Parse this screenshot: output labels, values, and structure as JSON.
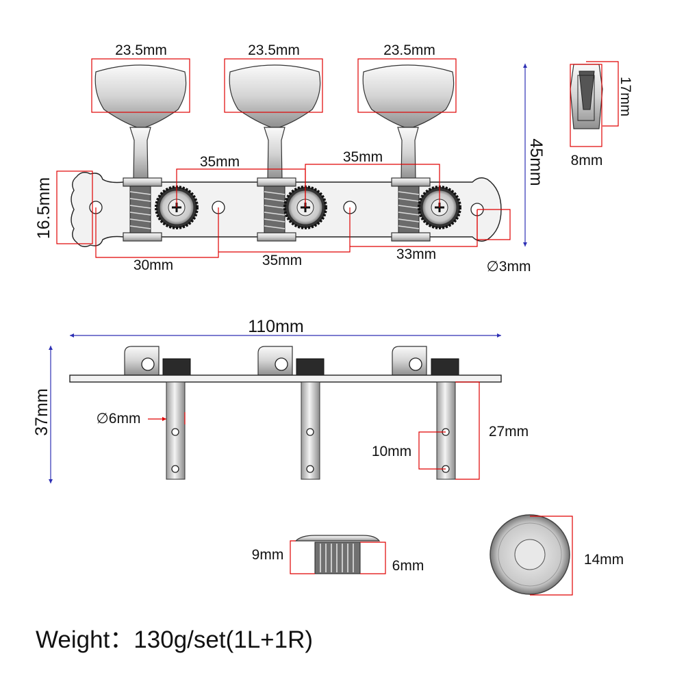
{
  "diagram": {
    "top_view": {
      "button_width_labels": [
        "23.5mm",
        "23.5mm",
        "23.5mm"
      ],
      "gear_spacing_labels": [
        "35mm",
        "35mm"
      ],
      "plate_height_label": "16.5mm",
      "hole_spacing_labels": [
        "30mm",
        "35mm",
        "33mm"
      ],
      "mount_hole_label": "∅3mm",
      "total_height_label": "45mm"
    },
    "button_side": {
      "height_label": "17mm",
      "width_label": "8mm"
    },
    "side_view": {
      "length_label": "110mm",
      "height_label": "37mm",
      "post_diameter_label": "∅6mm",
      "post_length_label": "27mm",
      "post_hole_spacing_label": "10mm"
    },
    "bushing": {
      "height_label": "9mm",
      "shank_label": "6mm",
      "diameter_label": "14mm"
    },
    "weight_text": "Weight：130g/set(1L+1R)"
  },
  "colors": {
    "dimension_red": "#e00000",
    "dimension_blue": "#2d2fb4",
    "metal": "#d8d8d8"
  }
}
